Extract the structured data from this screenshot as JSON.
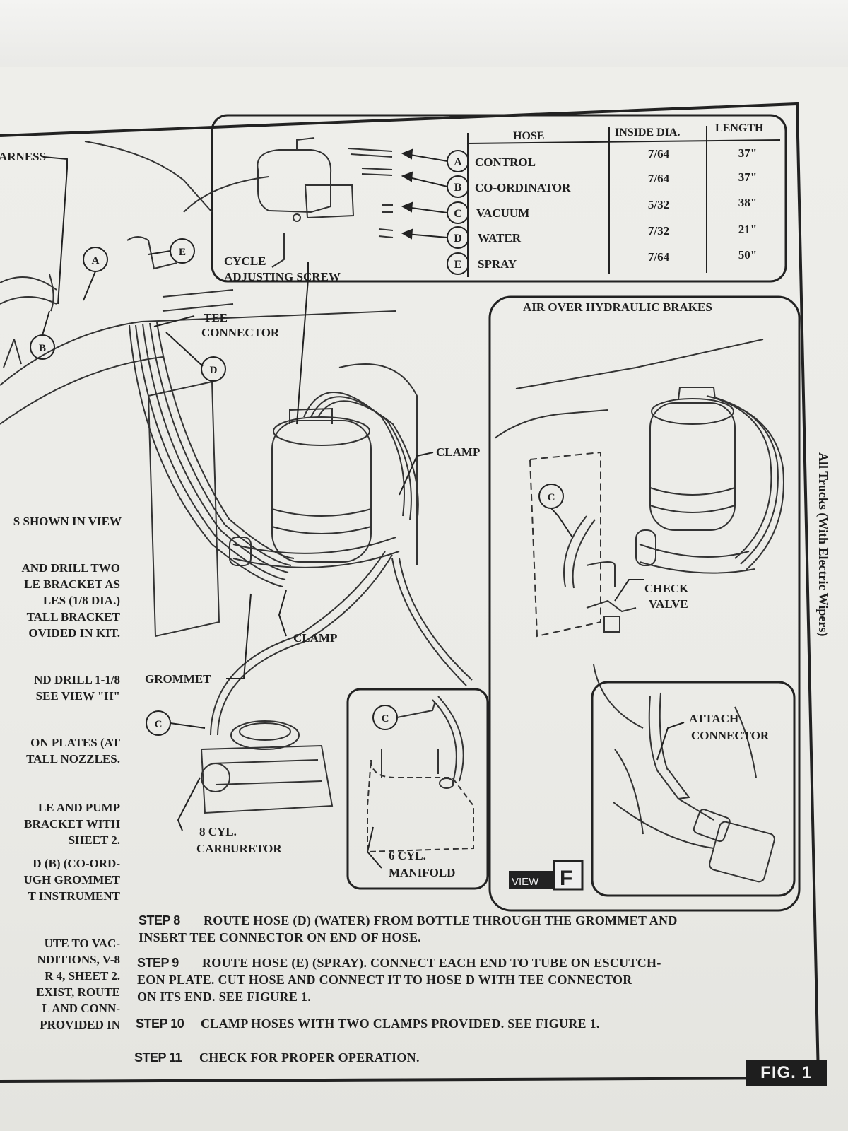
{
  "table": {
    "headers": {
      "hose": "HOSE",
      "inside_dia": "INSIDE DIA.",
      "length": "LENGTH"
    },
    "rows": [
      {
        "letter": "A",
        "name": "CONTROL",
        "dia": "7/64",
        "length": "37\""
      },
      {
        "letter": "B",
        "name": "CO-ORDINATOR",
        "dia": "7/64",
        "length": "37\""
      },
      {
        "letter": "C",
        "name": "VACUUM",
        "dia": "5/32",
        "length": "38\""
      },
      {
        "letter": "D",
        "name": "WATER",
        "dia": "7/32",
        "length": "21\""
      },
      {
        "letter": "E",
        "name": "SPRAY",
        "dia": "7/64",
        "length": "50\""
      }
    ]
  },
  "labels": {
    "harness": "ARNESS",
    "cycle_1": "CYCLE",
    "cycle_2": "ADJUSTING SCREW",
    "tee_1": "TEE",
    "tee_2": "CONNECTOR",
    "clamp_upper": "CLAMP",
    "clamp_lower": "CLAMP",
    "grommet": "GROMMET",
    "carb_1": "8 CYL.",
    "carb_2": "CARBURETOR",
    "manifold_1": "6 CYL.",
    "manifold_2": "MANIFOLD",
    "air_brakes": "AIR OVER HYDRAULIC BRAKES",
    "check_1": "CHECK",
    "check_2": "VALVE",
    "attach_1": "ATTACH",
    "attach_2": "CONNECTOR",
    "view_word": "VIEW",
    "view_letter": "F",
    "callout_a": "A",
    "callout_b": "B",
    "callout_c": "C",
    "callout_d": "D",
    "callout_e": "E"
  },
  "left_column": [
    "S SHOWN IN VIEW",
    "AND DRILL TWO",
    "LE BRACKET AS",
    "LES (1/8 DIA.)",
    "TALL BRACKET",
    "OVIDED IN KIT.",
    "ND DRILL 1-1/8",
    "SEE VIEW \"H\"",
    "ON PLATES (AT",
    "TALL NOZZLES.",
    "LE AND PUMP",
    "BRACKET WITH",
    "SHEET 2.",
    "D (B) (CO-ORD-",
    "UGH GROMMET",
    "T INSTRUMENT",
    "UTE TO VAC-",
    "NDITIONS, V-8",
    "R 4, SHEET 2.",
    "EXIST, ROUTE",
    "L AND CONN-",
    "PROVIDED IN"
  ],
  "steps": [
    {
      "label": "STEP 8",
      "lines": [
        "ROUTE HOSE (D) (WATER) FROM BOTTLE THROUGH THE GROMMET AND",
        "INSERT TEE CONNECTOR ON END OF HOSE."
      ]
    },
    {
      "label": "STEP 9",
      "lines": [
        "ROUTE HOSE (E) (SPRAY).  CONNECT EACH END TO TUBE ON ESCUTCH-",
        "EON PLATE.  CUT HOSE AND CONNECT IT TO HOSE D WITH TEE CONNECTOR",
        "ON ITS END.  SEE FIGURE 1."
      ]
    },
    {
      "label": "STEP 10",
      "lines": [
        "CLAMP HOSES WITH TWO CLAMPS PROVIDED.  SEE FIGURE 1."
      ]
    },
    {
      "label": "STEP 11",
      "lines": [
        "CHECK FOR PROPER OPERATION."
      ]
    }
  ],
  "figure_label": "FIG. 1",
  "side_text": "All Trucks (With Electric Wipers)"
}
